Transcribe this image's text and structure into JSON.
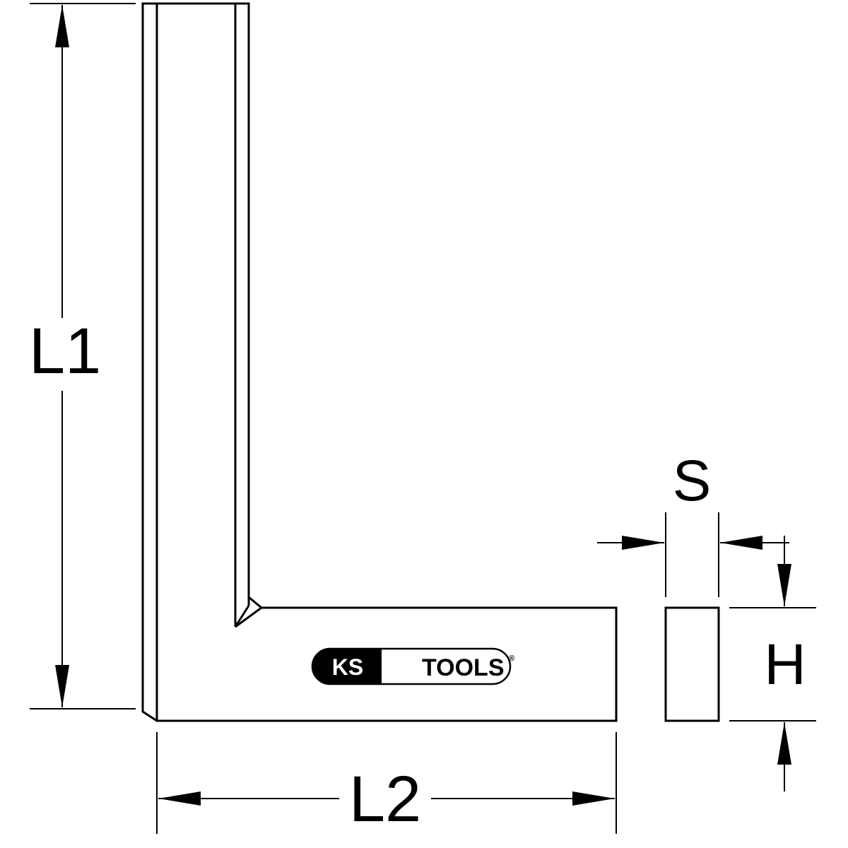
{
  "dimensions": {
    "l1": "L1",
    "l2": "L2",
    "s": "S",
    "h": "H"
  },
  "logo": {
    "brand": "KS",
    "tools": "TOOLS",
    "registered": "®"
  },
  "colors": {
    "line": "#000000",
    "background": "#ffffff"
  }
}
